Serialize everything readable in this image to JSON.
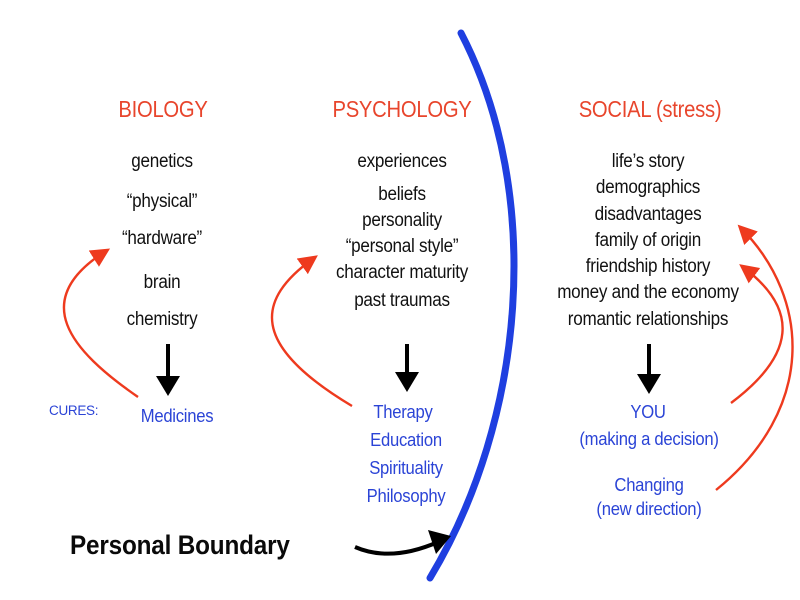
{
  "columns": {
    "biology": {
      "heading": "BIOLOGY",
      "items": [
        "genetics",
        "“physical”",
        "“hardware”",
        "brain",
        "chemistry"
      ],
      "cures_label": "CURES:",
      "treatments": [
        "Medicines"
      ]
    },
    "psychology": {
      "heading": "PSYCHOLOGY",
      "items": [
        "experiences",
        "beliefs",
        "personality",
        "“personal style”",
        "character maturity",
        "past traumas"
      ],
      "treatments": [
        "Therapy",
        "Education",
        "Spirituality",
        "Philosophy"
      ]
    },
    "social": {
      "heading": "SOCIAL (stress)",
      "items": [
        "life’s story",
        "demographics",
        "disadvantages",
        "family of origin",
        "friendship history",
        "money and the economy",
        "romantic relationships"
      ],
      "decision": [
        "YOU",
        "(making a decision)"
      ],
      "change": [
        "Changing",
        "(new direction)"
      ]
    }
  },
  "boundary_label": "Personal Boundary",
  "colors": {
    "heading": "#e8452c",
    "treatment": "#2b44d6",
    "boundary": "#1f3fe0",
    "feedback_arrow": "#ee3a1e",
    "text": "#111111"
  }
}
